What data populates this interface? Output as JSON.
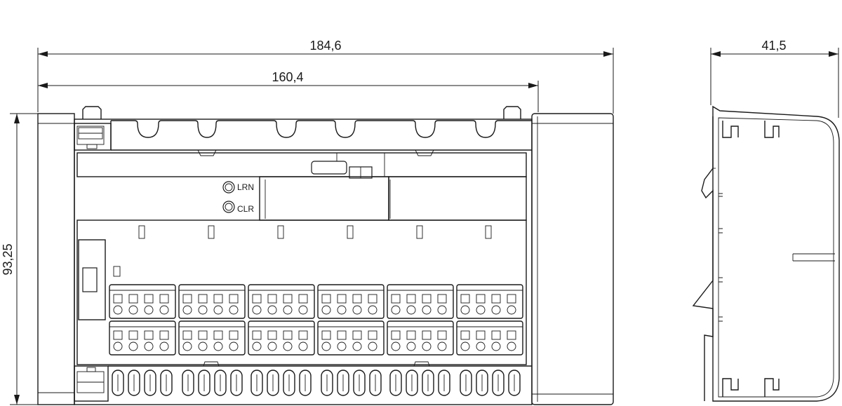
{
  "dimensions": {
    "overall_width": "184,6",
    "body_width": "160,4",
    "height": "93,25",
    "depth": "41,5"
  },
  "buttons": {
    "learn": "LRN",
    "clear": "CLR"
  },
  "terminals": {
    "groups": 6,
    "rows": 2,
    "pins_per_group": 4
  }
}
